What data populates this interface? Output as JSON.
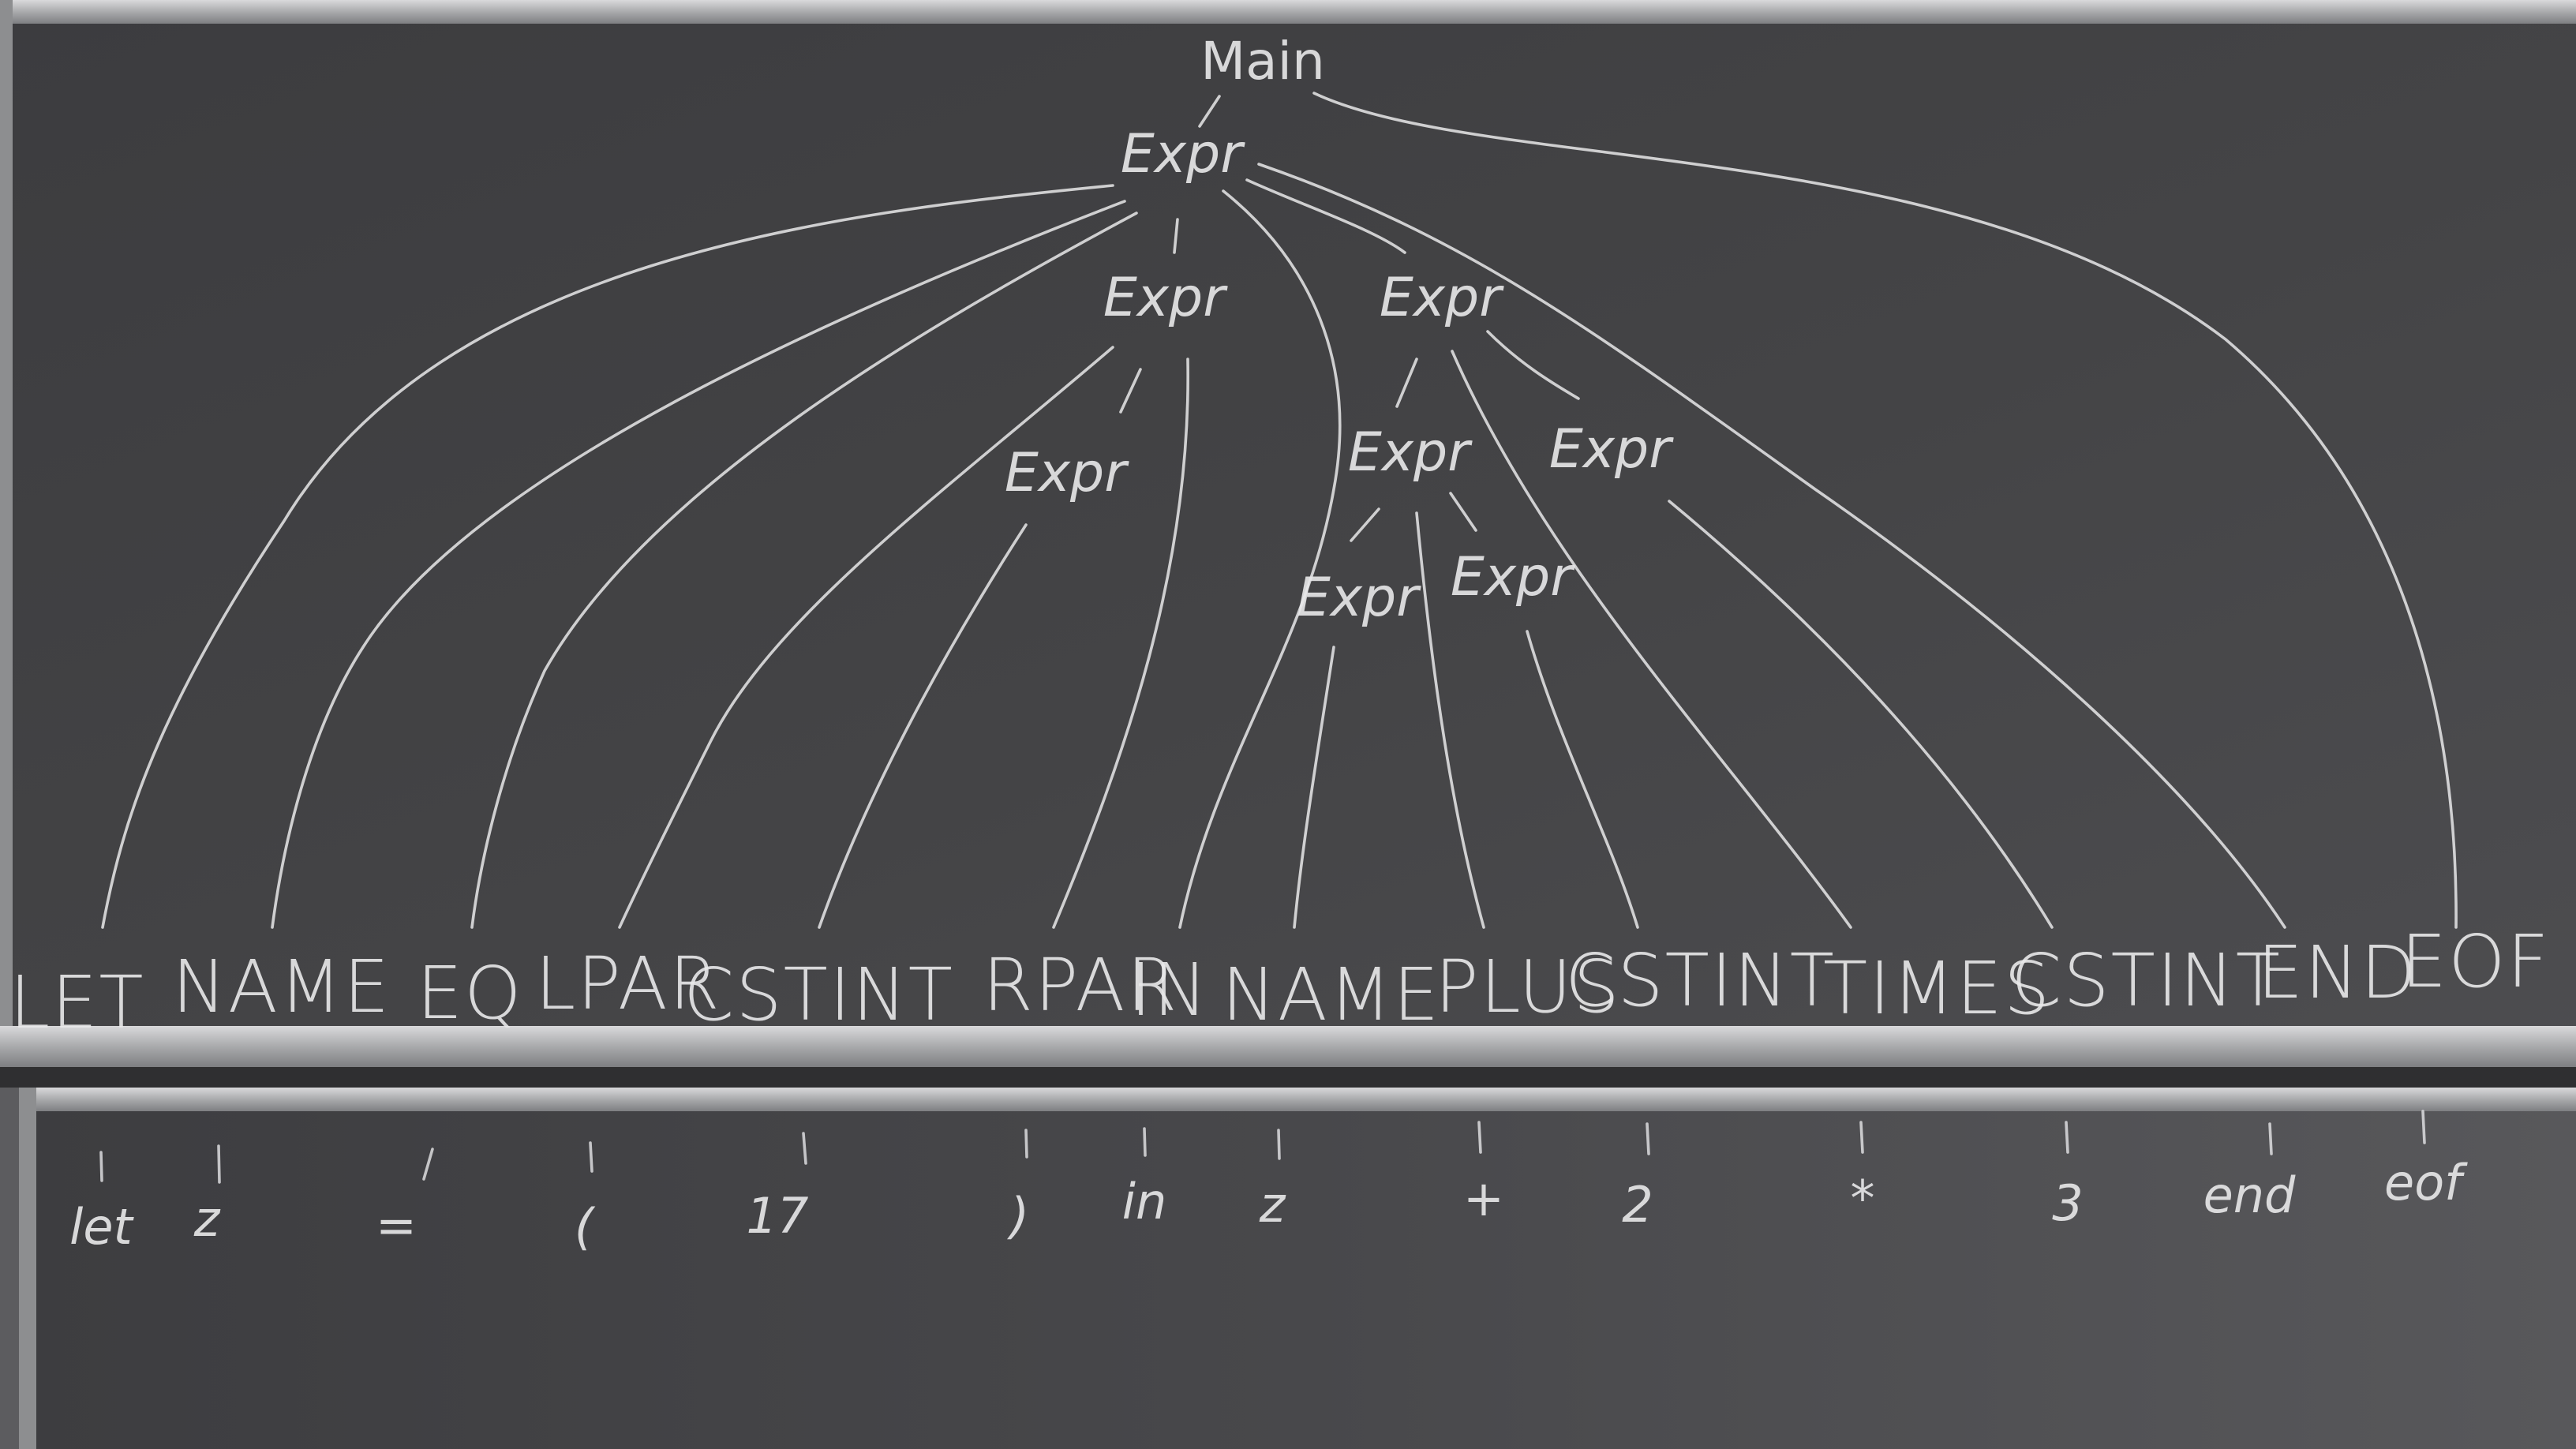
{
  "tree": {
    "root": "Main",
    "nodes": [
      "Expr",
      "Expr",
      "Expr",
      "Expr",
      "Expr",
      "Expr",
      "Expr",
      "Expr"
    ]
  },
  "tokens": [
    "LET",
    "NAME",
    "EQ",
    "LPAR",
    "CSTINT",
    "RPAR",
    "IN",
    "NAME",
    "PLUS",
    "CSTINT",
    "TIMES",
    "CSTINT",
    "END",
    "EOF"
  ],
  "lexemes": [
    "let",
    "z",
    "=",
    "(",
    "17",
    ")",
    "in",
    "z",
    "+",
    "2",
    "*",
    "3",
    "end",
    "eof"
  ],
  "colors": {
    "board": "#47474a",
    "chalk": "#e9e9ea",
    "frame": "#b9babb",
    "wall": "#5c5c5f"
  }
}
